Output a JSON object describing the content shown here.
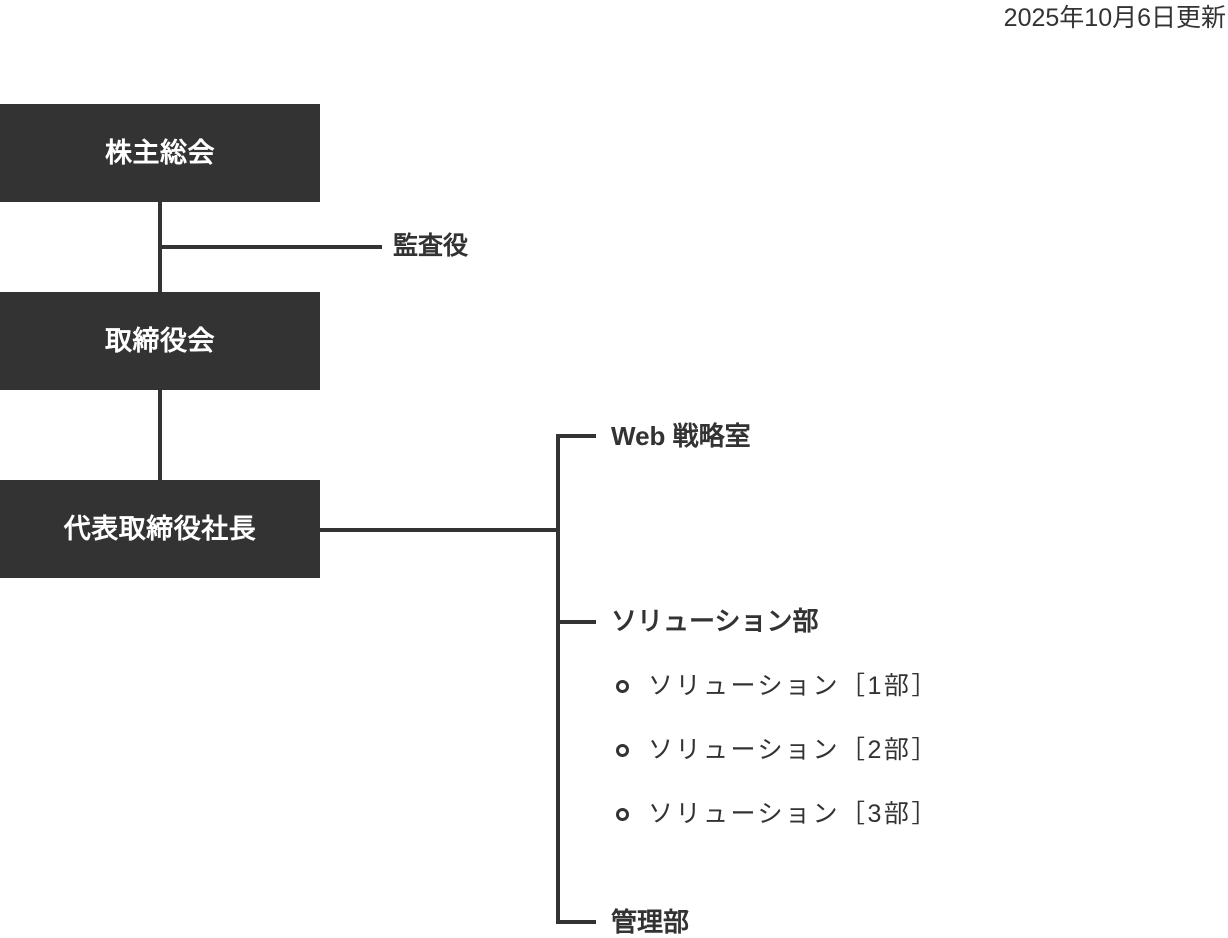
{
  "header": {
    "updated_label": "2025年10月6日更新"
  },
  "boxes": [
    {
      "id": "shareholders",
      "label": "株主総会"
    },
    {
      "id": "board",
      "label": "取締役会"
    },
    {
      "id": "president",
      "label": "代表取締役社長"
    }
  ],
  "auditor": {
    "label": "監査役"
  },
  "divisions": [
    {
      "id": "web",
      "label": "Web 戦略室"
    },
    {
      "id": "solution",
      "label": "ソリューション部"
    },
    {
      "id": "kanri",
      "label": "管理部"
    }
  ],
  "solution_sections": [
    {
      "bullet": "ring-bullet-icon",
      "label": "ソリューション［1部］"
    },
    {
      "bullet": "ring-bullet-icon",
      "label": "ソリューション［2部］"
    },
    {
      "bullet": "ring-bullet-icon",
      "label": "ソリューション［3部］"
    }
  ],
  "colors": {
    "box_fill": "#333333",
    "box_text": "#ffffff",
    "line": "#333333",
    "text": "#333333",
    "background": "#ffffff"
  }
}
